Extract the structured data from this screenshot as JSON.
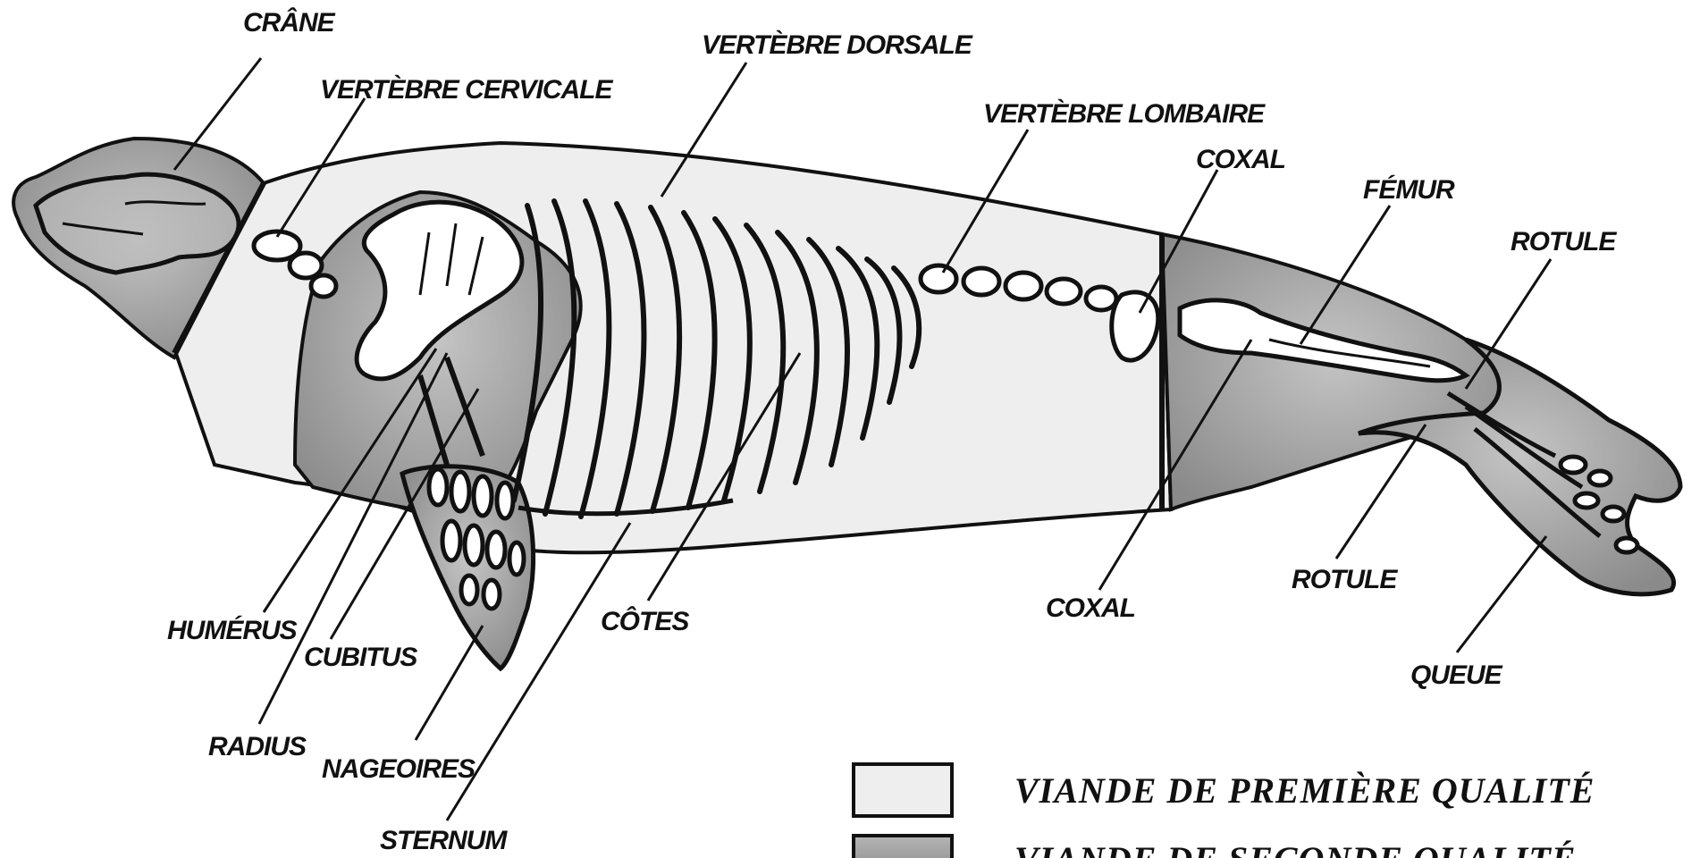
{
  "labels": {
    "crane": "CRÂNE",
    "cervicale": "VERTÈBRE CERVICALE",
    "dorsale": "VERTÈBRE DORSALE",
    "lombaire": "VERTÈBRE LOMBAIRE",
    "coxal_top": "COXAL",
    "femur": "FÉMUR",
    "rotule_top": "ROTULE",
    "humerus": "HUMÉRUS",
    "cubitus": "CUBITUS",
    "radius": "RADIUS",
    "nageoires": "NAGEOIRES",
    "sternum": "STERNUM",
    "cotes": "CÔTES",
    "coxal_bottom": "COXAL",
    "rotule_bottom": "ROTULE",
    "queue": "QUEUE"
  },
  "legend": {
    "first_quality": {
      "label": "VIANDE DE PREMIÈRE QUALITÉ",
      "color": "#eeeeee"
    },
    "second_quality": {
      "label": "VIANDE DE SECONDE QUALITÉ",
      "color": "#9a9a9a"
    }
  },
  "colors": {
    "outline": "#111111",
    "light_region": "#eeeeee",
    "dark_region": "#9a9a9a"
  }
}
